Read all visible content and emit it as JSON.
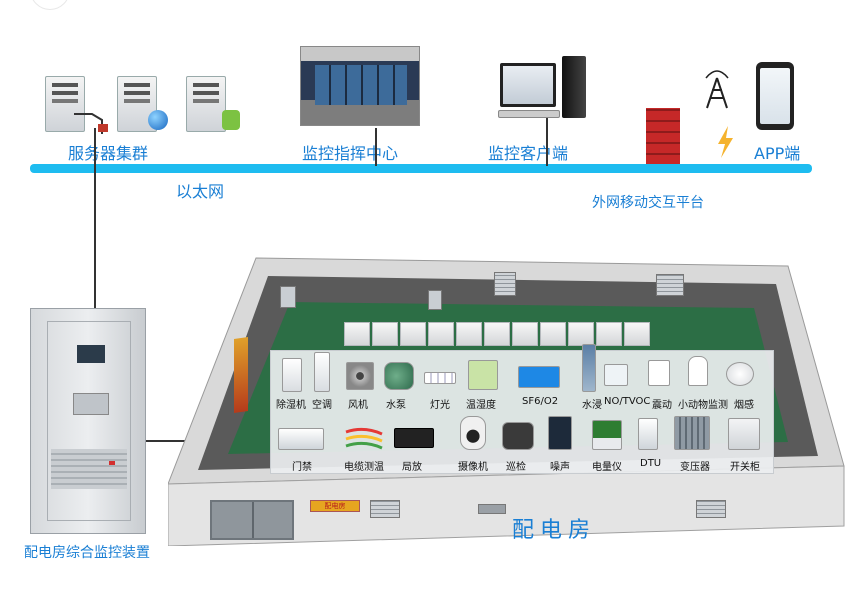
{
  "network": {
    "ethernet_label": "以太网",
    "nodes": {
      "server_cluster": "服务器集群",
      "command_center": "监控指挥中心",
      "client": "监控客户端",
      "app": "APP端",
      "external_platform": "外网移动交互平台"
    }
  },
  "room": {
    "title": "配电房",
    "monitor_device": "配电房综合监控装置",
    "sign_text": "配电房"
  },
  "devices_row1": [
    "除湿机",
    "空调",
    "风机",
    "水泵",
    "灯光",
    "温湿度",
    "SF6/O2",
    "水浸",
    "NO/TVOC",
    "震动",
    "小动物监测",
    "烟感"
  ],
  "devices_row2": [
    "门禁",
    "电缆测温",
    "局放",
    "摄像机",
    "巡检",
    "噪声",
    "电量仪",
    "DTU",
    "变压器",
    "开关柜"
  ],
  "colors": {
    "ethernet": "#1ebcf0",
    "label_blue": "#1a7fd4",
    "room_floor": "#2c6e45",
    "room_wall": "#5a5a5a",
    "firewall": "#c62828"
  }
}
